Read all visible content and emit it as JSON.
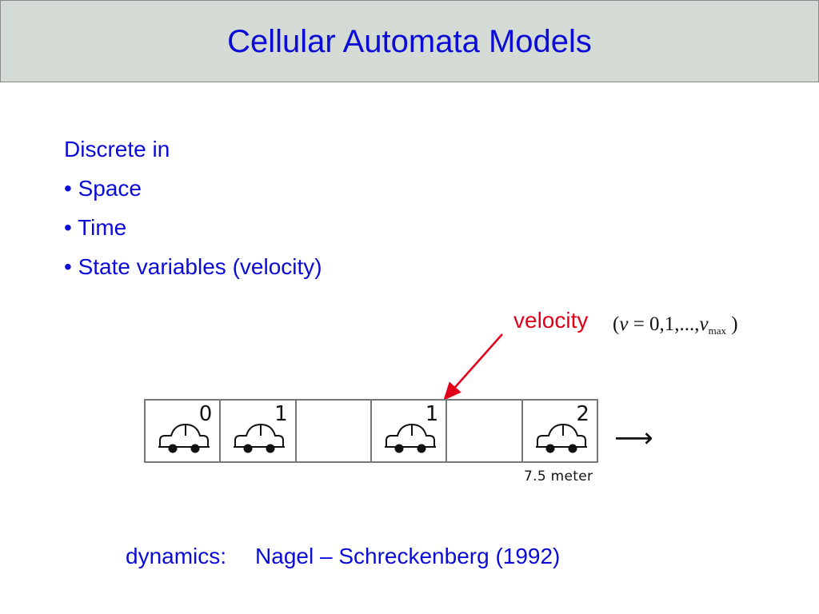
{
  "slide": {
    "title": "Cellular Automata Models",
    "bullets": [
      "Discrete in",
      "• Space",
      "• Time",
      "• State variables (velocity)"
    ],
    "velocity_label": "velocity",
    "formula": {
      "open": "(",
      "v": "v",
      "equals_values": " = 0,1,...,",
      "v_max": "v",
      "subscript": "max",
      "close": " )"
    },
    "cells": [
      {
        "value": "0",
        "car": true
      },
      {
        "value": "1",
        "car": true
      },
      {
        "value": "",
        "car": false
      },
      {
        "value": "1",
        "car": true
      },
      {
        "value": "",
        "car": false
      },
      {
        "value": "2",
        "car": true
      }
    ],
    "cell_size_label": "7.5 meter",
    "direction_arrow": "⟶",
    "dynamics_label": "dynamics:",
    "dynamics_model": "Nagel – Schreckenberg (1992)",
    "colors": {
      "title": "#0b0bd8",
      "header_bg": "#d4dbd4",
      "accent": "#e0001a",
      "text": "#0b0bd8"
    }
  }
}
